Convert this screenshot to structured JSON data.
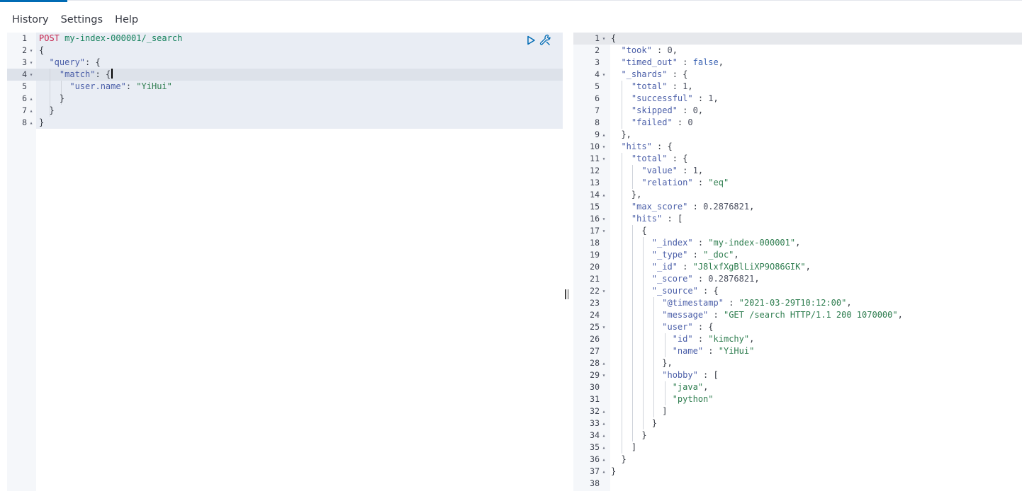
{
  "menu": {
    "history": "History",
    "settings": "Settings",
    "help": "Help"
  },
  "request": {
    "lines": [
      {
        "n": "1",
        "fold": "",
        "parts": [
          {
            "t": "POST",
            "c": "method"
          },
          {
            "t": " ",
            "c": "p"
          },
          {
            "t": "my-index-000001/_search",
            "c": "url"
          }
        ]
      },
      {
        "n": "2",
        "fold": "▾",
        "parts": [
          {
            "t": "{",
            "c": "p"
          }
        ]
      },
      {
        "n": "3",
        "fold": "▾",
        "parts": [
          {
            "t": "  ",
            "c": "p"
          },
          {
            "t": "\"query\"",
            "c": "key"
          },
          {
            "t": ": {",
            "c": "p"
          }
        ]
      },
      {
        "n": "4",
        "fold": "▾",
        "parts": [
          {
            "t": "    ",
            "c": "p"
          },
          {
            "t": "\"match\"",
            "c": "key"
          },
          {
            "t": ": {",
            "c": "p"
          }
        ],
        "cursor": true
      },
      {
        "n": "5",
        "fold": "",
        "parts": [
          {
            "t": "      ",
            "c": "p"
          },
          {
            "t": "\"user.name\"",
            "c": "key"
          },
          {
            "t": ": ",
            "c": "p"
          },
          {
            "t": "\"YiHui\"",
            "c": "str"
          }
        ]
      },
      {
        "n": "6",
        "fold": "▴",
        "parts": [
          {
            "t": "    }",
            "c": "p"
          }
        ]
      },
      {
        "n": "7",
        "fold": "▴",
        "parts": [
          {
            "t": "  }",
            "c": "p"
          }
        ]
      },
      {
        "n": "8",
        "fold": "▴",
        "parts": [
          {
            "t": "}",
            "c": "p"
          }
        ]
      }
    ]
  },
  "response": {
    "lines": [
      {
        "n": "1",
        "fold": "▾",
        "parts": [
          {
            "t": "{",
            "c": "p"
          }
        ]
      },
      {
        "n": "2",
        "fold": "",
        "parts": [
          {
            "t": "  ",
            "c": "p"
          },
          {
            "t": "\"took\"",
            "c": "key"
          },
          {
            "t": " : ",
            "c": "p"
          },
          {
            "t": "0",
            "c": "num"
          },
          {
            "t": ",",
            "c": "p"
          }
        ]
      },
      {
        "n": "3",
        "fold": "",
        "parts": [
          {
            "t": "  ",
            "c": "p"
          },
          {
            "t": "\"timed_out\"",
            "c": "key"
          },
          {
            "t": " : ",
            "c": "p"
          },
          {
            "t": "false",
            "c": "bool"
          },
          {
            "t": ",",
            "c": "p"
          }
        ]
      },
      {
        "n": "4",
        "fold": "▾",
        "parts": [
          {
            "t": "  ",
            "c": "p"
          },
          {
            "t": "\"_shards\"",
            "c": "key"
          },
          {
            "t": " : {",
            "c": "p"
          }
        ]
      },
      {
        "n": "5",
        "fold": "",
        "parts": [
          {
            "t": "    ",
            "c": "p"
          },
          {
            "t": "\"total\"",
            "c": "key"
          },
          {
            "t": " : ",
            "c": "p"
          },
          {
            "t": "1",
            "c": "num"
          },
          {
            "t": ",",
            "c": "p"
          }
        ]
      },
      {
        "n": "6",
        "fold": "",
        "parts": [
          {
            "t": "    ",
            "c": "p"
          },
          {
            "t": "\"successful\"",
            "c": "key"
          },
          {
            "t": " : ",
            "c": "p"
          },
          {
            "t": "1",
            "c": "num"
          },
          {
            "t": ",",
            "c": "p"
          }
        ]
      },
      {
        "n": "7",
        "fold": "",
        "parts": [
          {
            "t": "    ",
            "c": "p"
          },
          {
            "t": "\"skipped\"",
            "c": "key"
          },
          {
            "t": " : ",
            "c": "p"
          },
          {
            "t": "0",
            "c": "num"
          },
          {
            "t": ",",
            "c": "p"
          }
        ]
      },
      {
        "n": "8",
        "fold": "",
        "parts": [
          {
            "t": "    ",
            "c": "p"
          },
          {
            "t": "\"failed\"",
            "c": "key"
          },
          {
            "t": " : ",
            "c": "p"
          },
          {
            "t": "0",
            "c": "num"
          }
        ]
      },
      {
        "n": "9",
        "fold": "▴",
        "parts": [
          {
            "t": "  },",
            "c": "p"
          }
        ]
      },
      {
        "n": "10",
        "fold": "▾",
        "parts": [
          {
            "t": "  ",
            "c": "p"
          },
          {
            "t": "\"hits\"",
            "c": "key"
          },
          {
            "t": " : {",
            "c": "p"
          }
        ]
      },
      {
        "n": "11",
        "fold": "▾",
        "parts": [
          {
            "t": "    ",
            "c": "p"
          },
          {
            "t": "\"total\"",
            "c": "key"
          },
          {
            "t": " : {",
            "c": "p"
          }
        ]
      },
      {
        "n": "12",
        "fold": "",
        "parts": [
          {
            "t": "      ",
            "c": "p"
          },
          {
            "t": "\"value\"",
            "c": "key"
          },
          {
            "t": " : ",
            "c": "p"
          },
          {
            "t": "1",
            "c": "num"
          },
          {
            "t": ",",
            "c": "p"
          }
        ]
      },
      {
        "n": "13",
        "fold": "",
        "parts": [
          {
            "t": "      ",
            "c": "p"
          },
          {
            "t": "\"relation\"",
            "c": "key"
          },
          {
            "t": " : ",
            "c": "p"
          },
          {
            "t": "\"eq\"",
            "c": "str"
          }
        ]
      },
      {
        "n": "14",
        "fold": "▴",
        "parts": [
          {
            "t": "    },",
            "c": "p"
          }
        ]
      },
      {
        "n": "15",
        "fold": "",
        "parts": [
          {
            "t": "    ",
            "c": "p"
          },
          {
            "t": "\"max_score\"",
            "c": "key"
          },
          {
            "t": " : ",
            "c": "p"
          },
          {
            "t": "0.2876821",
            "c": "num"
          },
          {
            "t": ",",
            "c": "p"
          }
        ]
      },
      {
        "n": "16",
        "fold": "▾",
        "parts": [
          {
            "t": "    ",
            "c": "p"
          },
          {
            "t": "\"hits\"",
            "c": "key"
          },
          {
            "t": " : [",
            "c": "p"
          }
        ]
      },
      {
        "n": "17",
        "fold": "▾",
        "parts": [
          {
            "t": "      {",
            "c": "p"
          }
        ]
      },
      {
        "n": "18",
        "fold": "",
        "parts": [
          {
            "t": "        ",
            "c": "p"
          },
          {
            "t": "\"_index\"",
            "c": "key"
          },
          {
            "t": " : ",
            "c": "p"
          },
          {
            "t": "\"my-index-000001\"",
            "c": "str"
          },
          {
            "t": ",",
            "c": "p"
          }
        ]
      },
      {
        "n": "19",
        "fold": "",
        "parts": [
          {
            "t": "        ",
            "c": "p"
          },
          {
            "t": "\"_type\"",
            "c": "key"
          },
          {
            "t": " : ",
            "c": "p"
          },
          {
            "t": "\"_doc\"",
            "c": "str"
          },
          {
            "t": ",",
            "c": "p"
          }
        ]
      },
      {
        "n": "20",
        "fold": "",
        "parts": [
          {
            "t": "        ",
            "c": "p"
          },
          {
            "t": "\"_id\"",
            "c": "key"
          },
          {
            "t": " : ",
            "c": "p"
          },
          {
            "t": "\"J8lxfXgBlLiXP9O86GIK\"",
            "c": "str"
          },
          {
            "t": ",",
            "c": "p"
          }
        ]
      },
      {
        "n": "21",
        "fold": "",
        "parts": [
          {
            "t": "        ",
            "c": "p"
          },
          {
            "t": "\"_score\"",
            "c": "key"
          },
          {
            "t": " : ",
            "c": "p"
          },
          {
            "t": "0.2876821",
            "c": "num"
          },
          {
            "t": ",",
            "c": "p"
          }
        ]
      },
      {
        "n": "22",
        "fold": "▾",
        "parts": [
          {
            "t": "        ",
            "c": "p"
          },
          {
            "t": "\"_source\"",
            "c": "key"
          },
          {
            "t": " : {",
            "c": "p"
          }
        ]
      },
      {
        "n": "23",
        "fold": "",
        "parts": [
          {
            "t": "          ",
            "c": "p"
          },
          {
            "t": "\"@timestamp\"",
            "c": "key"
          },
          {
            "t": " : ",
            "c": "p"
          },
          {
            "t": "\"2021-03-29T10:12:00\"",
            "c": "str"
          },
          {
            "t": ",",
            "c": "p"
          }
        ]
      },
      {
        "n": "24",
        "fold": "",
        "parts": [
          {
            "t": "          ",
            "c": "p"
          },
          {
            "t": "\"message\"",
            "c": "key"
          },
          {
            "t": " : ",
            "c": "p"
          },
          {
            "t": "\"GET /search HTTP/1.1 200 1070000\"",
            "c": "str"
          },
          {
            "t": ",",
            "c": "p"
          }
        ]
      },
      {
        "n": "25",
        "fold": "▾",
        "parts": [
          {
            "t": "          ",
            "c": "p"
          },
          {
            "t": "\"user\"",
            "c": "key"
          },
          {
            "t": " : {",
            "c": "p"
          }
        ]
      },
      {
        "n": "26",
        "fold": "",
        "parts": [
          {
            "t": "            ",
            "c": "p"
          },
          {
            "t": "\"id\"",
            "c": "key"
          },
          {
            "t": " : ",
            "c": "p"
          },
          {
            "t": "\"kimchy\"",
            "c": "str"
          },
          {
            "t": ",",
            "c": "p"
          }
        ]
      },
      {
        "n": "27",
        "fold": "",
        "parts": [
          {
            "t": "            ",
            "c": "p"
          },
          {
            "t": "\"name\"",
            "c": "key"
          },
          {
            "t": " : ",
            "c": "p"
          },
          {
            "t": "\"YiHui\"",
            "c": "str"
          }
        ]
      },
      {
        "n": "28",
        "fold": "▴",
        "parts": [
          {
            "t": "          },",
            "c": "p"
          }
        ]
      },
      {
        "n": "29",
        "fold": "▾",
        "parts": [
          {
            "t": "          ",
            "c": "p"
          },
          {
            "t": "\"hobby\"",
            "c": "key"
          },
          {
            "t": " : [",
            "c": "p"
          }
        ]
      },
      {
        "n": "30",
        "fold": "",
        "parts": [
          {
            "t": "            ",
            "c": "p"
          },
          {
            "t": "\"java\"",
            "c": "str"
          },
          {
            "t": ",",
            "c": "p"
          }
        ]
      },
      {
        "n": "31",
        "fold": "",
        "parts": [
          {
            "t": "            ",
            "c": "p"
          },
          {
            "t": "\"python\"",
            "c": "str"
          }
        ]
      },
      {
        "n": "32",
        "fold": "▴",
        "parts": [
          {
            "t": "          ]",
            "c": "p"
          }
        ]
      },
      {
        "n": "33",
        "fold": "▴",
        "parts": [
          {
            "t": "        }",
            "c": "p"
          }
        ]
      },
      {
        "n": "34",
        "fold": "▴",
        "parts": [
          {
            "t": "      }",
            "c": "p"
          }
        ]
      },
      {
        "n": "35",
        "fold": "▴",
        "parts": [
          {
            "t": "    ]",
            "c": "p"
          }
        ]
      },
      {
        "n": "36",
        "fold": "▴",
        "parts": [
          {
            "t": "  }",
            "c": "p"
          }
        ]
      },
      {
        "n": "37",
        "fold": "▴",
        "parts": [
          {
            "t": "}",
            "c": "p"
          }
        ]
      },
      {
        "n": "38",
        "fold": "",
        "parts": []
      }
    ]
  },
  "icons": {
    "run": "play-icon",
    "settings": "wrench-icon",
    "resize": "resize-handle-icon"
  },
  "colors": {
    "accent": "#006bb4",
    "method": "#c7254e",
    "string": "#2e7d4f",
    "key": "#4a5ea8"
  }
}
